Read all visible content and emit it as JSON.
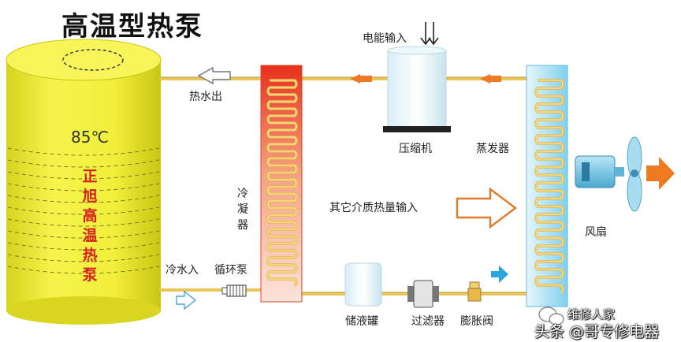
{
  "diagram": {
    "title": "高温型热泵",
    "tank": {
      "temperature": "85℃",
      "chars": [
        "正",
        "旭",
        "高",
        "温",
        "热",
        "泵"
      ]
    },
    "labels": {
      "hot_water_out": "热水出",
      "electric_input": "电能输入",
      "compressor": "压缩机",
      "evaporator": "蒸发器",
      "condenser": "冷凝器",
      "other_heat_input": "其它介质热量输入",
      "fan": "风扇",
      "cold_water_in": "冷水入",
      "circulation_pump": "循环泵",
      "receiver_tank": "储液罐",
      "filter": "过滤器",
      "expansion_valve": "膨胀阀"
    },
    "watermarks": {
      "wechat": "维修人家",
      "toutiao": "头条 @哥专修电器"
    },
    "colors": {
      "tank": "#f1ef3a",
      "pipe": "#e8c65a",
      "flow_arrow": "#ee7a22",
      "condenser_hot": "#e8301c",
      "evaporator": "#8ed7f2"
    }
  }
}
